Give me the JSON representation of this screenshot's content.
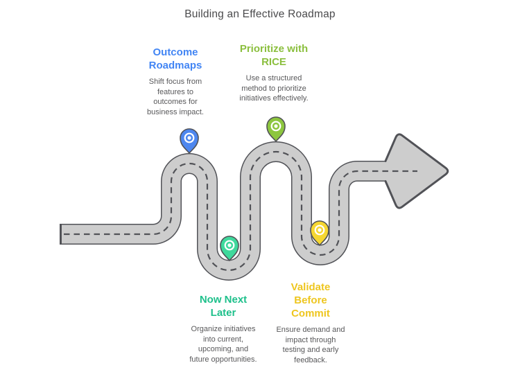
{
  "title": "Building an Effective Roadmap",
  "road": {
    "fill_color": "#cdcdcd",
    "outline_color": "#515257",
    "dash_color": "#515257"
  },
  "milestones": [
    {
      "id": "outcome-roadmaps",
      "heading_lines": [
        "Outcome",
        "Roadmaps"
      ],
      "body_lines": [
        "Shift focus from",
        "features to",
        "outcomes for",
        "business impact."
      ],
      "heading_color": "#4285f4",
      "pin_color": "#4e87ef"
    },
    {
      "id": "prioritize-with-rice",
      "heading_lines": [
        "Prioritize with",
        "RICE"
      ],
      "body_lines": [
        "Use a structured",
        "method to prioritize",
        "initiatives effectively."
      ],
      "heading_color": "#8bbf3e",
      "pin_color": "#8dc63f"
    },
    {
      "id": "now-next-later",
      "heading_lines": [
        "Now Next",
        "Later"
      ],
      "body_lines": [
        "Organize initiatives",
        "into current,",
        "upcoming, and",
        "future opportunities."
      ],
      "heading_color": "#1ec08b",
      "pin_color": "#3fd99c"
    },
    {
      "id": "validate-before-commit",
      "heading_lines": [
        "Validate",
        "Before",
        "Commit"
      ],
      "body_lines": [
        "Ensure demand and",
        "impact through",
        "testing and early",
        "feedback."
      ],
      "heading_color": "#eec61f",
      "pin_color": "#f6d731"
    }
  ]
}
